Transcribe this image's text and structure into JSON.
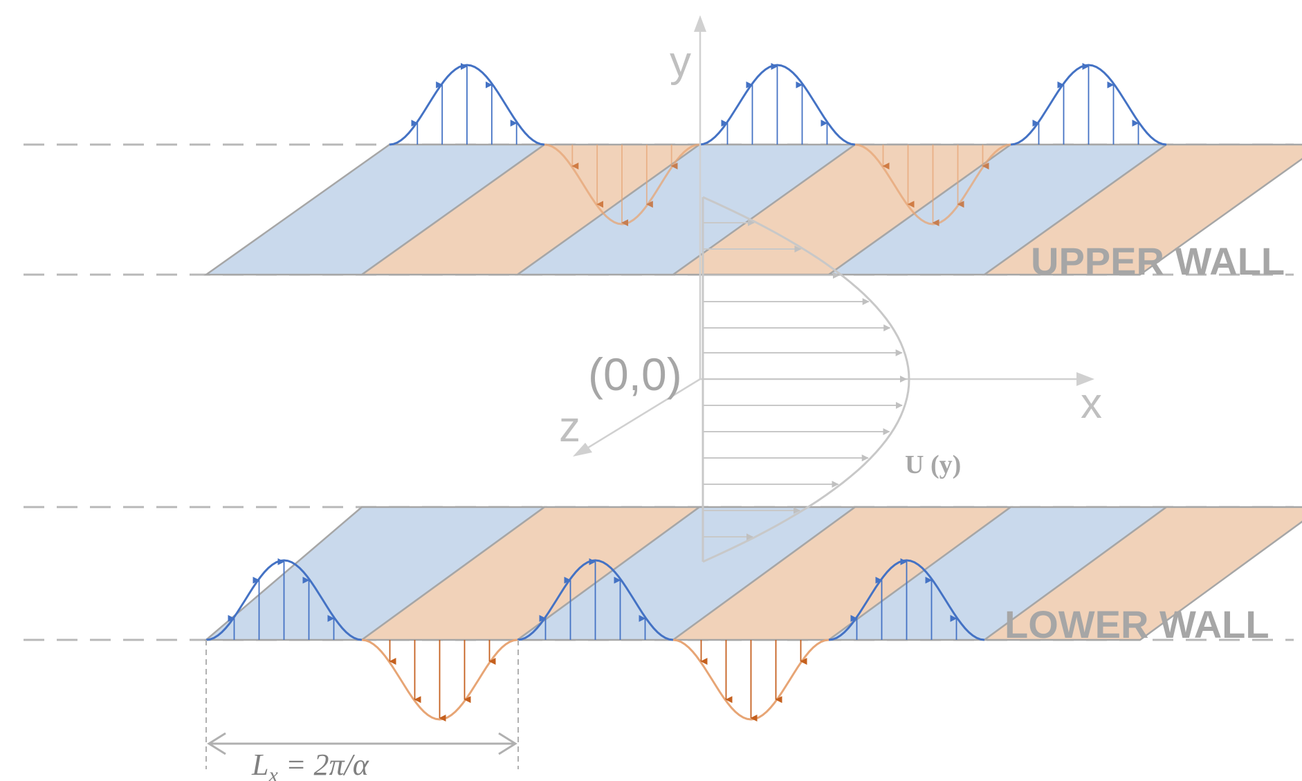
{
  "diagram": {
    "labels": {
      "upper_wall": "UPPER WALL",
      "lower_wall": "LOWER WALL",
      "axis_y": "y",
      "axis_x": "x",
      "axis_z": "z",
      "origin": "(0,0)",
      "base_flow": "U (y)",
      "wavelength_lhs": "L",
      "wavelength_sub": "x",
      "wavelength_rhs": " = 2π/α"
    },
    "colors": {
      "blowing_fill": "#c9d9ec",
      "suction_fill": "#f1d2b9",
      "blowing_line": "#4472c4",
      "suction_line": "#e7a575",
      "suction_arrow": "#c5601e",
      "wall_edge": "#a6a6a6",
      "profile": "#c8c8c8"
    }
  }
}
